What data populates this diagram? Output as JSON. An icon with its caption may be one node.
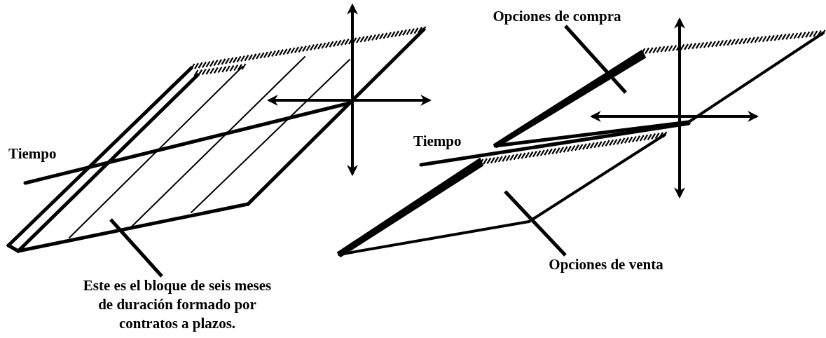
{
  "diagram": {
    "nodes": [
      {
        "text": [
          "Este es el bloque de seis meses de duración formado por contratos a plazos."
        ]
      },
      {
        "text": [
          "Opciones de compra"
        ]
      },
      {
        "text": [
          "Opciones de venta"
        ]
      }
    ],
    "edges": [
      {
        "from": 0,
        "to": null,
        "arrow": "none"
      },
      {
        "from": 1,
        "to": null,
        "arrow": "none"
      },
      {
        "from": 2,
        "to": null,
        "arrow": "none"
      }
    ],
    "labels": [
      "Tiempo",
      "Tiempo"
    ]
  }
}
